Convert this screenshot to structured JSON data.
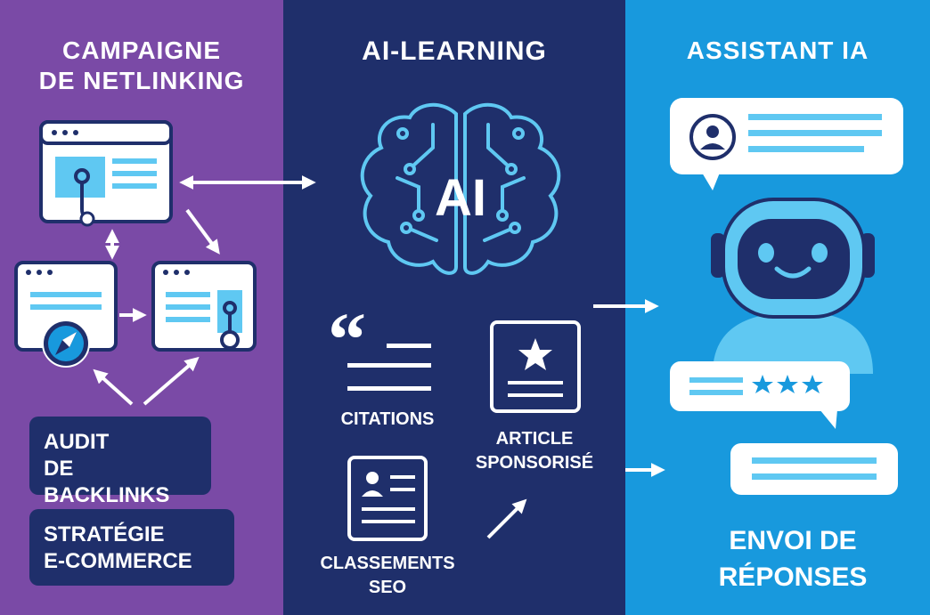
{
  "colors": {
    "purple": "#7a4aa6",
    "navy": "#1f2f6b",
    "blue": "#1899dd",
    "light_blue": "#5fc8f2",
    "white": "#ffffff"
  },
  "columns": [
    {
      "title_lines": [
        "CAMPAIGNE",
        "DE NETLINKING"
      ]
    },
    {
      "title_lines": [
        "AI-LEARNING"
      ]
    },
    {
      "title_lines": [
        "ASSISTANT IA"
      ]
    }
  ],
  "netlinking": {
    "box_audit": [
      "AUDIT",
      "DE BACKLINKS"
    ],
    "box_strategy": [
      "STRATÉGIE",
      "E-COMMERCE"
    ],
    "icons": [
      "browser-link-icon",
      "browser-compass-icon",
      "browser-chain-icon"
    ]
  },
  "ai_learning": {
    "brain_text": "AI",
    "citations": "CITATIONS",
    "article": [
      "ARTICLE",
      "SPONSORISÉ"
    ],
    "classements": [
      "CLASSEMENTS",
      "SEO"
    ]
  },
  "assistant": {
    "answers": [
      "ENVOI DE",
      "RÉPONSES"
    ],
    "icons": [
      "chat-bubble-user-icon",
      "robot-icon",
      "rating-bubble-icon",
      "reply-bubble-icon"
    ]
  }
}
